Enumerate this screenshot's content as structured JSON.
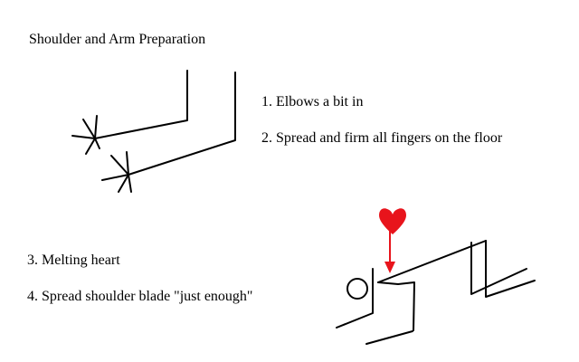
{
  "title": "Shoulder and Arm Preparation",
  "steps": [
    "1. Elbows a bit in",
    "2. Spread and firm all fingers on the floor",
    "3. Melting heart",
    "4. Spread shoulder blade \"just enough\""
  ],
  "colors": {
    "ink": "#000000",
    "heart": "#e8141c",
    "arrow": "#e8141c"
  },
  "icons": [
    "heart-icon",
    "down-arrow-icon"
  ]
}
